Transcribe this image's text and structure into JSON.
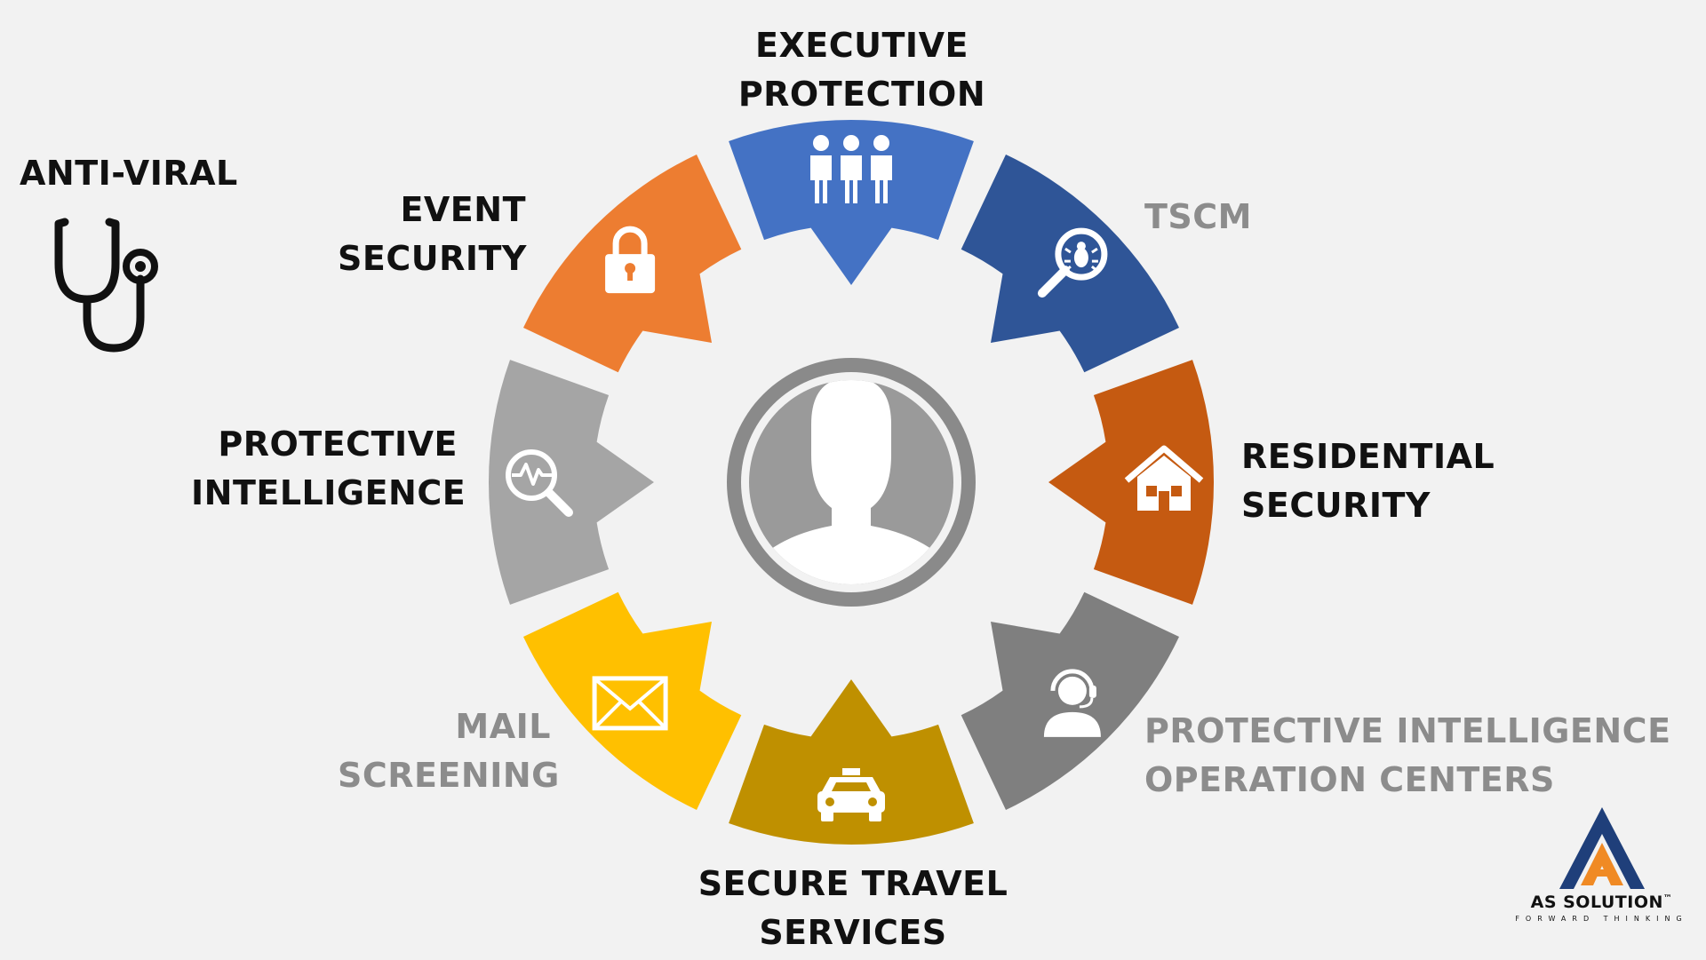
{
  "colors": {
    "background": "#f2f2f2",
    "center_circle": "#9a9a9a",
    "center_ring": "#8a8a8a",
    "icon": "#ffffff",
    "label_dark": "#111111",
    "label_grey": "#8c8c8c",
    "logo_blue": "#1f3f7a",
    "logo_orange": "#f08a24"
  },
  "center": {
    "icon": "person-silhouette-icon"
  },
  "segments": [
    {
      "id": "executive-protection",
      "label_lines": [
        "EXECUTIVE",
        "PROTECTION"
      ],
      "color": "#4472c4",
      "icon": "group-of-people-icon",
      "label_tone": "dark"
    },
    {
      "id": "tscm",
      "label_lines": [
        "TSCM"
      ],
      "color": "#2f5597",
      "icon": "bug-magnifier-icon",
      "label_tone": "grey"
    },
    {
      "id": "residential-security",
      "label_lines": [
        "RESIDENTIAL",
        "SECURITY"
      ],
      "color": "#c55a11",
      "icon": "house-icon",
      "label_tone": "dark"
    },
    {
      "id": "protective-intelligence-operation-centers",
      "label_lines": [
        "PROTECTIVE INTELLIGENCE",
        "OPERATION CENTERS"
      ],
      "color": "#7f7f7f",
      "icon": "headset-operator-icon",
      "label_tone": "grey"
    },
    {
      "id": "secure-travel-services",
      "label_lines": [
        "SECURE TRAVEL",
        "SERVICES"
      ],
      "color": "#bf9000",
      "icon": "taxi-icon",
      "label_tone": "dark"
    },
    {
      "id": "mail-screening",
      "label_lines": [
        "MAIL",
        "SCREENING"
      ],
      "color": "#ffc000",
      "icon": "envelope-icon",
      "label_tone": "grey"
    },
    {
      "id": "protective-intelligence",
      "label_lines": [
        "PROTECTIVE",
        "INTELLIGENCE"
      ],
      "color": "#a5a5a5",
      "icon": "heartbeat-magnifier-icon",
      "label_tone": "dark"
    },
    {
      "id": "event-security",
      "label_lines": [
        "EVENT",
        "SECURITY"
      ],
      "color": "#ed7d31",
      "icon": "padlock-icon",
      "label_tone": "dark"
    }
  ],
  "side": {
    "anti_viral_label": "ANTI-VIRAL",
    "icon": "stethoscope-icon"
  },
  "logo": {
    "name": "AS SOLUTION",
    "trademark": "™",
    "tagline": "FORWARD THINKING"
  }
}
